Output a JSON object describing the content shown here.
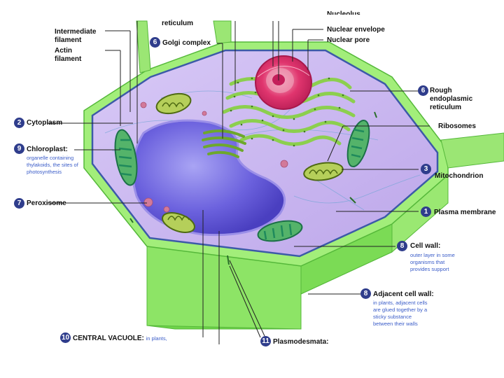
{
  "labels": {
    "reticulum_top": "reticulum",
    "nucleolus_cut": "Nucleolus",
    "intermediate_filament": "Intermediate filament",
    "actin_filament": "Actin filament",
    "golgi": {
      "num": "6",
      "text": "Golgi complex"
    },
    "nuclear_envelope": "Nuclear envelope",
    "nuclear_pore": "Nuclear pore",
    "rough_er": {
      "num": "6",
      "text": "Rough endoplasmic reticulum"
    },
    "ribosomes": "Ribosomes",
    "cytoplasm": {
      "num": "2",
      "text": "Cytoplasm"
    },
    "chloroplast": {
      "num": "9",
      "text": "Chloroplast:",
      "desc": "organelle containing thylakoids, the sites of photosynthesis"
    },
    "mitochondrion": {
      "num": "3",
      "text": "Mitochondrion"
    },
    "peroxisome": {
      "num": "7",
      "text": "Peroxisome"
    },
    "plasma_membrane": {
      "num": "1",
      "text": "Plasma membrane"
    },
    "cell_wall": {
      "num": "8",
      "text": "Cell wall:",
      "desc": "outer layer in some organisms that provides support"
    },
    "adjacent_cell_wall": {
      "num": "8",
      "text": "Adjacent cell wall:",
      "desc": "in plants, adjacent cells are glued together by a sticky substance between their walls"
    },
    "central_vacuole": {
      "num": "10",
      "text": "CENTRAL VACUOLE:",
      "desc": "in plants,"
    },
    "plasmodesmata": {
      "num": "11",
      "text": "Plasmodesmata:"
    }
  },
  "colors": {
    "cell_wall": "#8ee86a",
    "cell_wall_dark": "#5cc63c",
    "cytoplasm": "#c7b3ef",
    "vacuole": "#6c62de",
    "nucleus": "#e0356e",
    "nucleus_inner": "#f0a0b8",
    "er": "#9ad25a",
    "chloroplast": "#1f8a5c",
    "mitochondrion": "#6f8f22",
    "number_badge": "#2f3d8c",
    "description_text": "#3a5cc8"
  }
}
